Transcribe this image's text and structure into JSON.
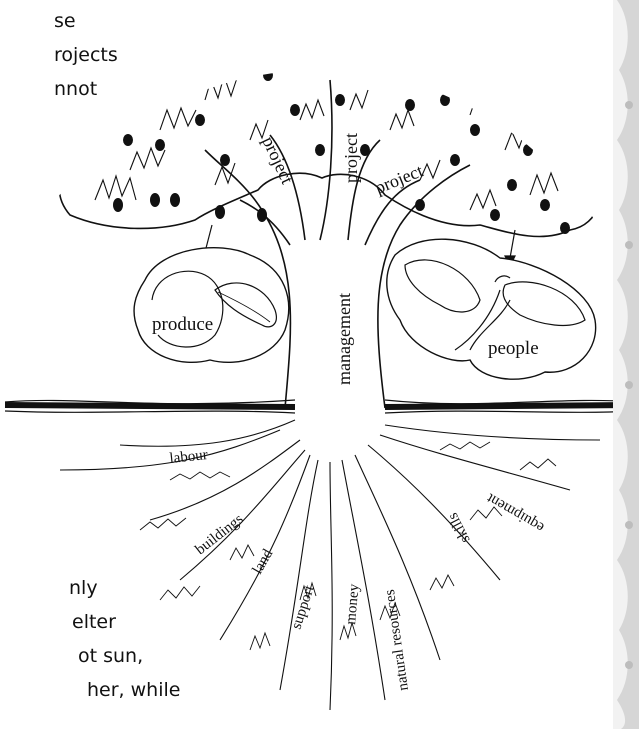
{
  "side_text": {
    "top_lines": [
      "se",
      "rojects",
      "",
      "nnot"
    ],
    "bottom_lines": [
      "nly",
      "elter",
      "ot sun,",
      "her,  while"
    ]
  },
  "diagram": {
    "branches": [
      "project",
      "project",
      "project"
    ],
    "trunk": "management",
    "fruit_bubble": "produce",
    "leaf_bubble": "people",
    "roots": [
      "labour",
      "buildings",
      "land",
      "support",
      "money",
      "natural resources",
      "skills",
      "equipment"
    ]
  },
  "colors": {
    "ink": "#111111",
    "border": "#cfcfcf",
    "background": "#ffffff"
  }
}
